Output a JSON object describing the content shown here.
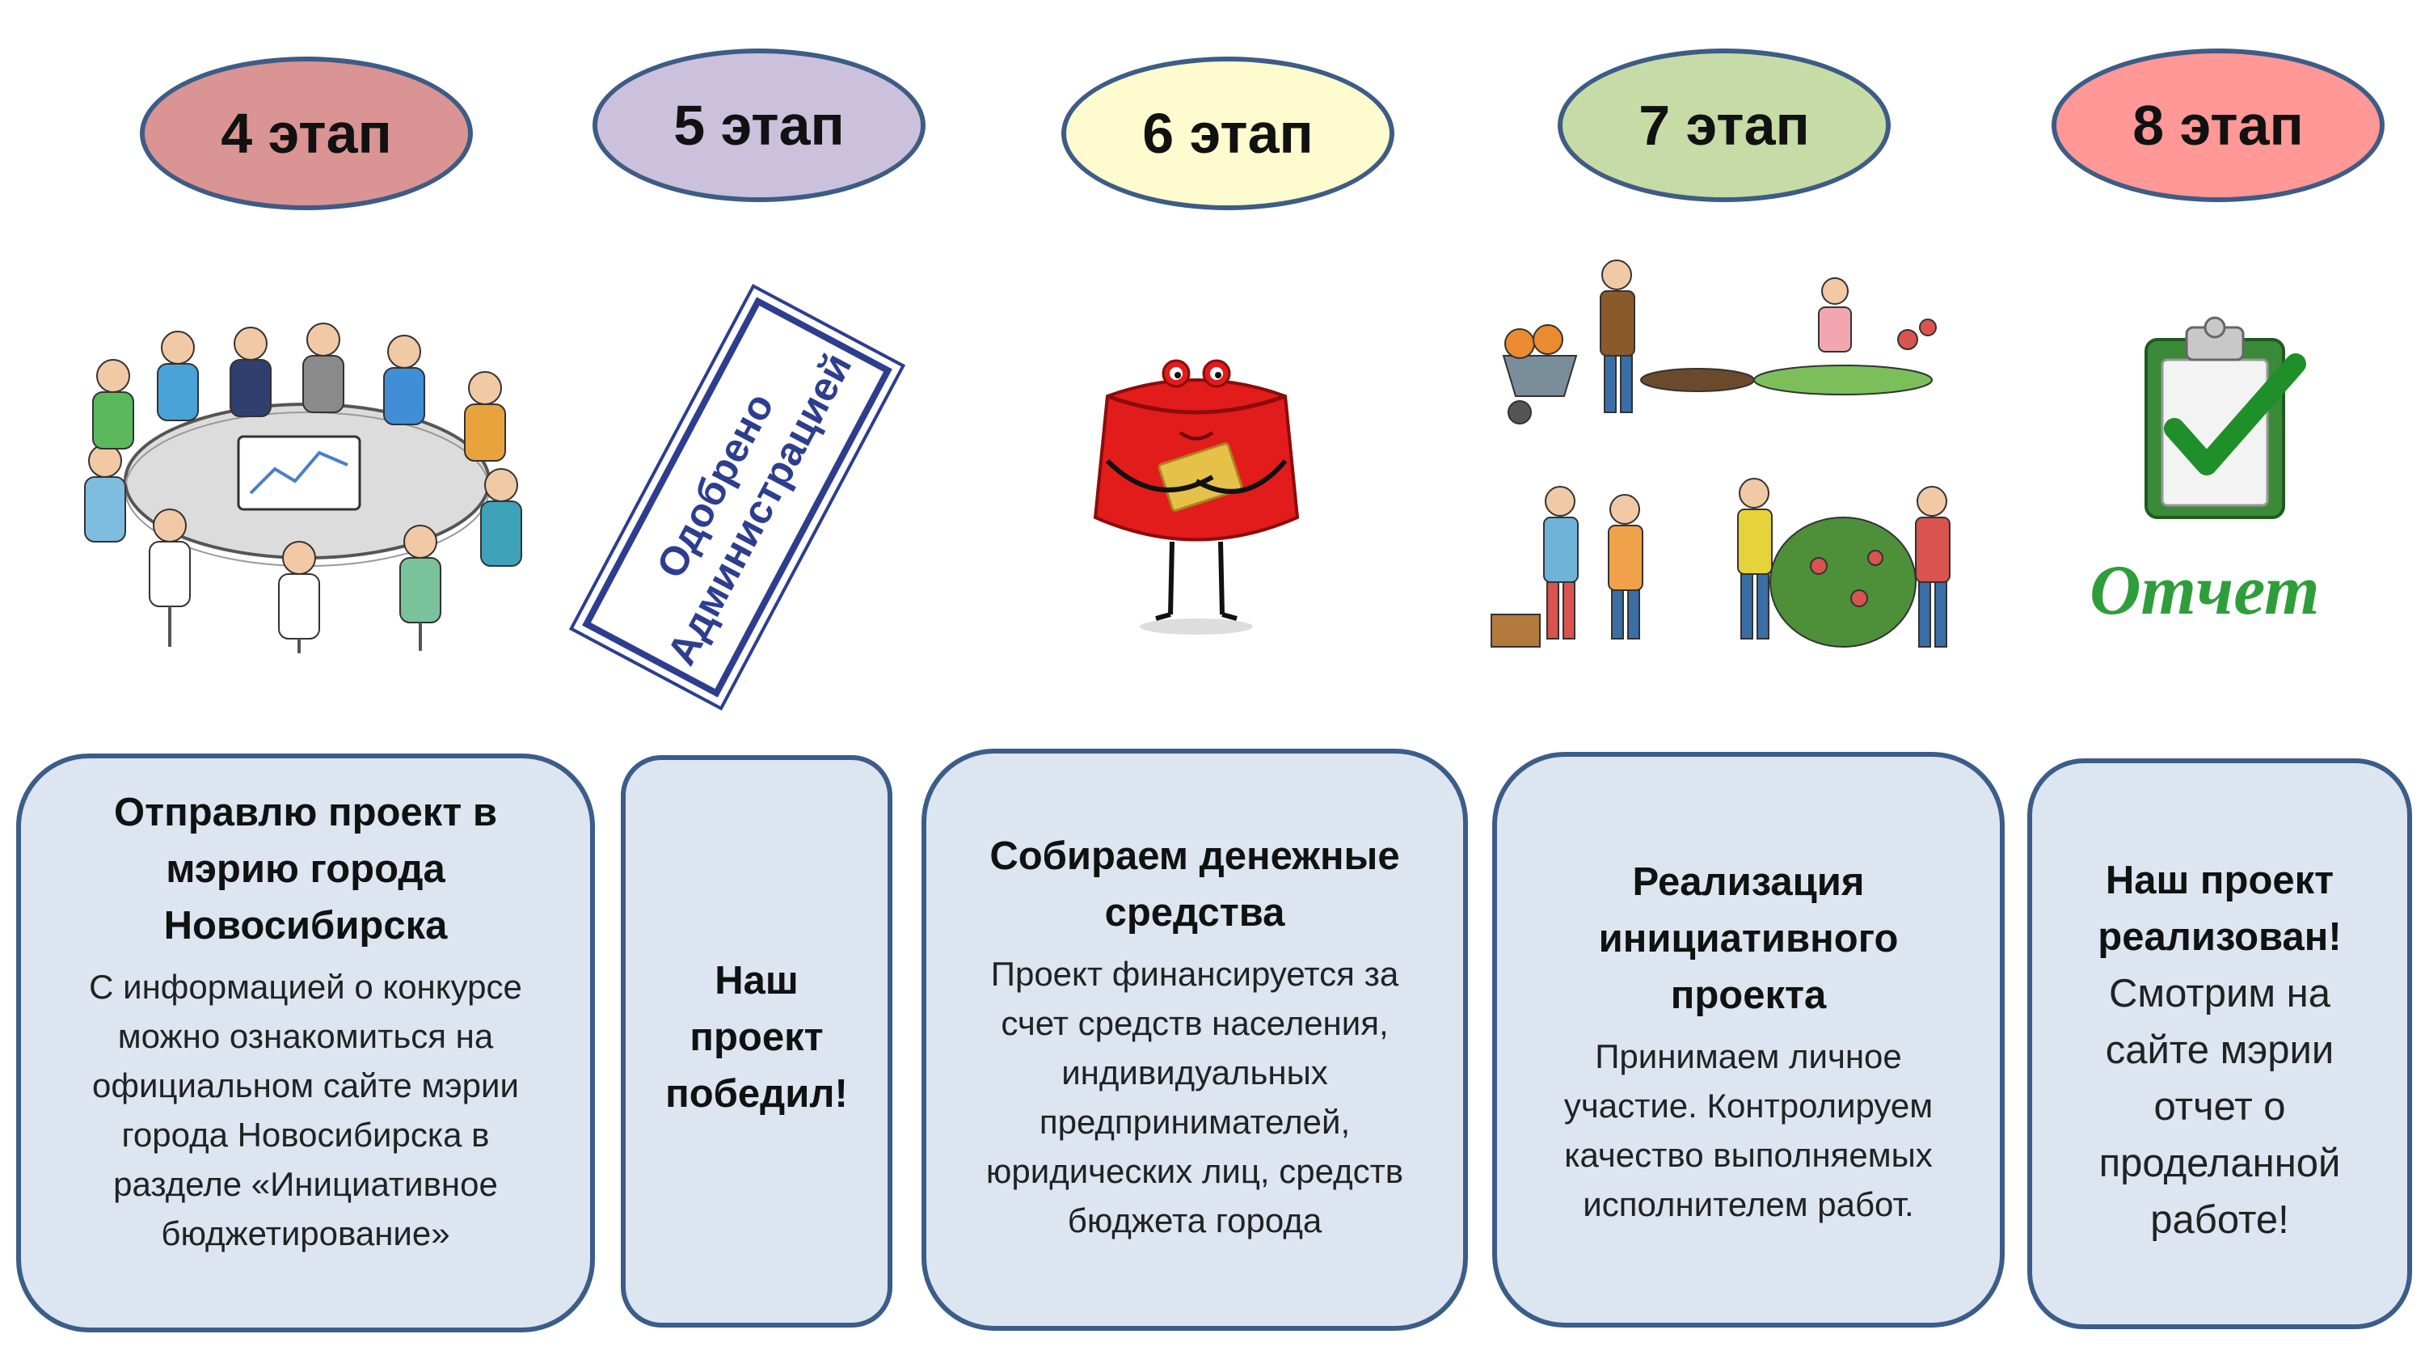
{
  "stages": [
    {
      "label": "4 этап",
      "color": "#d99493"
    },
    {
      "label": "5 этап",
      "color": "#ccc1dc"
    },
    {
      "label": "6 этап",
      "color": "#fefbce"
    },
    {
      "label": "7 этап",
      "color": "#c7dba6"
    },
    {
      "label": "8 этап",
      "color": "#ff9896"
    }
  ],
  "stamp": {
    "line1": "Одобрено",
    "line2": "Администрацией"
  },
  "report_label": "Отчет",
  "cards": [
    {
      "title": "Отправлю проект в мэрию города Новосибирска",
      "body": "С информацией о конкурсе можно ознакомиться на официальном сайте мэрии города Новосибирска в разделе «Инициативное бюджетирование»"
    },
    {
      "title": "Наш проект победил!",
      "body": ""
    },
    {
      "title": "Собираем денежные средства",
      "body": "Проект финансируется за счет средств населения, индивидуальных предпринимателей, юридических лиц, средств бюджета города"
    },
    {
      "title": "Реализация инициативного проекта",
      "body": "Принимаем личное участие. Контролируем качество выполняемых исполнителем работ."
    },
    {
      "title": "Наш проект реализован!",
      "body": "Смотрим на сайте мэрии отчет о проделанной работе!"
    }
  ],
  "icons": [
    "meeting-illustration",
    "approved-stamp",
    "red-purse",
    "gardeners-illustration",
    "clipboard-check-icon"
  ]
}
